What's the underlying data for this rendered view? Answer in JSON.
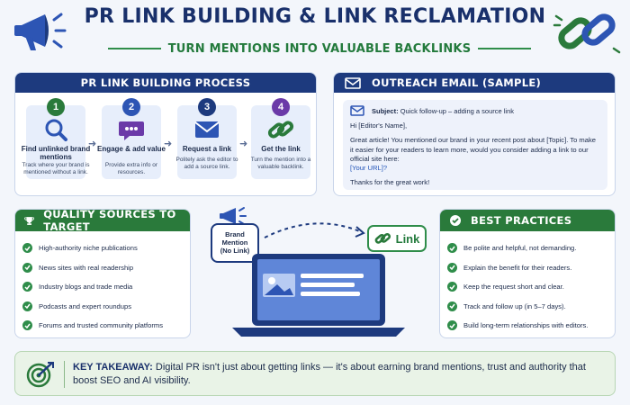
{
  "header": {
    "title": "PR LINK BUILDING & LINK RECLAMATION",
    "subtitle": "TURN MENTIONS INTO VALUABLE BACKLINKS"
  },
  "process": {
    "heading": "PR LINK BUILDING PROCESS",
    "steps": [
      {
        "num": "1",
        "title": "Find unlinked brand mentions",
        "desc": "Track where your brand is mentioned without a link.",
        "color": "#2a7a3b",
        "icon": "search-icon"
      },
      {
        "num": "2",
        "title": "Engage & add value",
        "desc": "Provide extra info or resources.",
        "color": "#2d55b4",
        "icon": "chat-icon"
      },
      {
        "num": "3",
        "title": "Request a link",
        "desc": "Politely ask the editor to add a source link.",
        "color": "#1d3a7e",
        "icon": "envelope-icon"
      },
      {
        "num": "4",
        "title": "Get the link",
        "desc": "Turn the mention into a valuable backlink.",
        "color": "#6b3aa8",
        "icon": "link-icon"
      }
    ]
  },
  "email": {
    "heading": "OUTREACH EMAIL (SAMPLE)",
    "subject_label": "Subject:",
    "subject": "Quick follow-up – adding a source link",
    "greeting": "Hi [Editor's Name],",
    "body": "Great article! You mentioned our brand in your recent post about [Topic]. To make it easier for your readers to learn more, would you consider adding a link to our official site here:",
    "url": "[Your URL]?",
    "closing": "Thanks for the great work!"
  },
  "sources": {
    "heading": "QUALITY SOURCES TO TARGET",
    "items": [
      "High-authority niche publications",
      "News sites with real readership",
      "Industry blogs and trade media",
      "Podcasts and expert roundups",
      "Forums and trusted community platforms"
    ]
  },
  "center": {
    "bubble_line1": "Brand",
    "bubble_line2": "Mention",
    "bubble_line3": "(No Link)",
    "link_label": "Link"
  },
  "practices": {
    "heading": "BEST PRACTICES",
    "items": [
      "Be polite and helpful, not demanding.",
      "Explain the benefit for their readers.",
      "Keep the request short and clear.",
      "Track and follow up (in 5–7 days).",
      "Build long-term relationships with editors."
    ]
  },
  "takeaway": {
    "label": "KEY TAKEAWAY:",
    "text": "Digital PR isn't just about getting links — it's about earning brand mentions, trust and authority that boost SEO and AI visibility."
  },
  "colors": {
    "navy": "#1d3a7e",
    "green": "#2a7a3b",
    "title": "#19306b"
  }
}
